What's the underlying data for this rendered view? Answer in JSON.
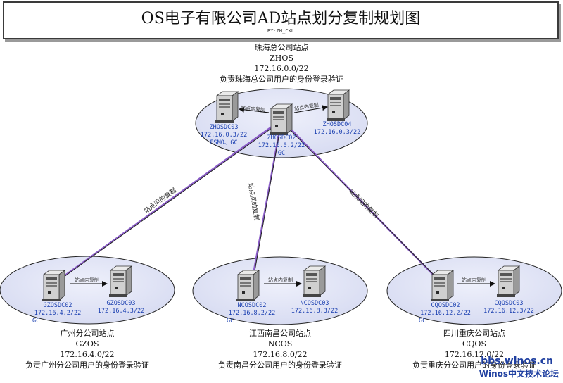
{
  "title": "OS电子有限公司AD站点划分复制规划图",
  "byline": "BY:ZH_CXL",
  "hq": {
    "name": "珠海总公司站点",
    "code": "ZHOS",
    "subnet": "172.16.0.0/22",
    "desc": "负责珠海总公司用户的身份登录验证",
    "servers": [
      {
        "name": "ZHOSDC03",
        "ip": "172.16.0.3/22",
        "role": "FSMO、GC"
      },
      {
        "name": "ZHOSDC02",
        "ip": "172.16.0.2/22",
        "role": "GC"
      },
      {
        "name": "ZHOSDC04",
        "ip": "172.16.0.3/22"
      }
    ]
  },
  "sites": [
    {
      "name": "广州分公司站点",
      "code": "GZOS",
      "subnet": "172.16.4.0/22",
      "desc": "负责广州分公司用户的身份登录验证",
      "servers": [
        {
          "name": "GZOSDC02",
          "ip": "172.16.4.2/22",
          "role": "GC"
        },
        {
          "name": "GZOSDC03",
          "ip": "172.16.4.3/22"
        }
      ]
    },
    {
      "name": "江西南昌公司站点",
      "code": "NCOS",
      "subnet": "172.16.8.0/22",
      "desc": "负责南昌分公司用户的身份登录验证",
      "servers": [
        {
          "name": "NCOSDC02",
          "ip": "172.16.8.2/22",
          "role": "GC"
        },
        {
          "name": "NCOSDC03",
          "ip": "172.16.8.3/22"
        }
      ]
    },
    {
      "name": "四川重庆公司站点",
      "code": "CQOS",
      "subnet": "172.16.12.0/22",
      "desc": "负责重庆分公司用户的身份登录验证",
      "servers": [
        {
          "name": "CQOSDC02",
          "ip": "172.16.12.2/22",
          "role": "GC"
        },
        {
          "name": "CQOSDC03",
          "ip": "172.16.12.3/22"
        }
      ]
    }
  ],
  "intra_replication_label": "站点内复制",
  "inter_replication_label": "站点间的复制",
  "watermark": {
    "line1": "bbs.winos.cn",
    "line2": "Winos中文技术论坛"
  },
  "colors": {
    "link": "#8a5cc8",
    "ellipse_fill": "#e1e4f6",
    "server_label": "#1a3fb0"
  }
}
